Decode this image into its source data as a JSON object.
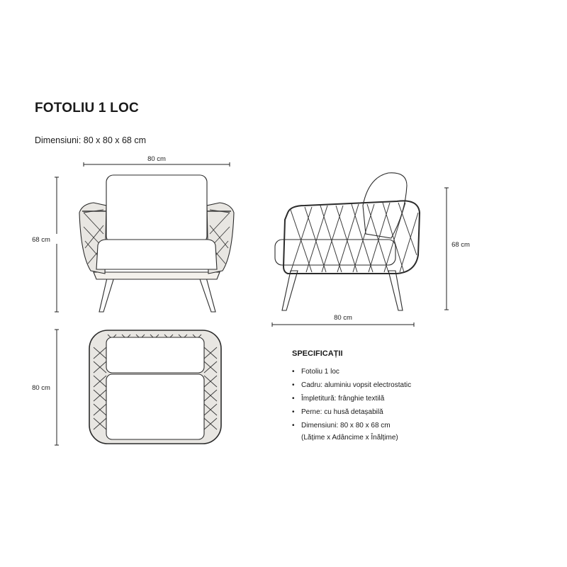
{
  "title": "FOTOLIU 1 LOC",
  "dimensions_line": "Dimensiuni: 80 x 80 x 68 cm",
  "labels": {
    "front_width": "80 cm",
    "front_height": "68 cm",
    "side_depth": "80 cm",
    "side_height": "68 cm",
    "top_depth": "80 cm"
  },
  "specs": {
    "heading": "SPECIFICAȚII",
    "items": [
      "Fotoliu 1 loc",
      "Cadru: aluminiu vopsit electrostatic",
      "Împletitură: frânghie textilă",
      "Perne: cu husă detașabilă",
      "Dimensiuni: 80 x 80 x 68 cm"
    ],
    "note": "(Lățime x Adâncime x Înălțime)"
  },
  "colors": {
    "line": "#2b2b2b",
    "wood": "#5a4a3a",
    "rope": "#3a3a3a"
  }
}
